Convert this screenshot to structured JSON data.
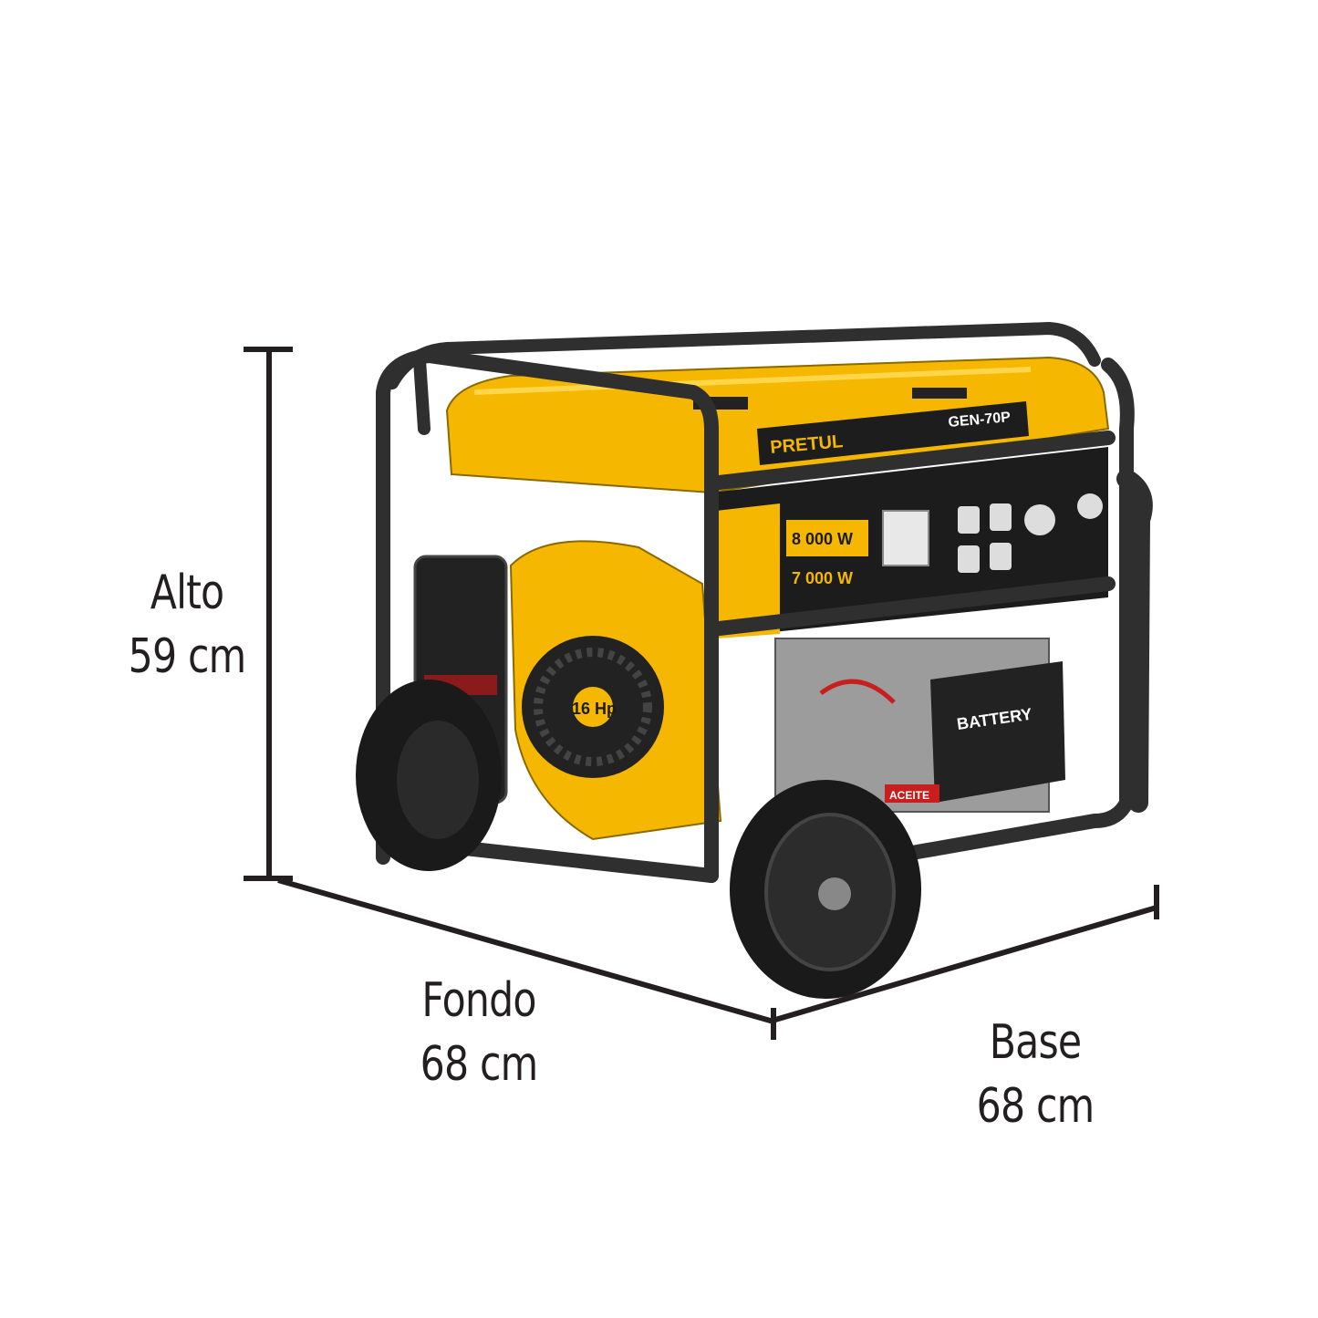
{
  "dimensions": {
    "height": {
      "name": "Alto",
      "value": "59 cm"
    },
    "depth": {
      "name": "Fondo",
      "value": "68 cm"
    },
    "width": {
      "name": "Base",
      "value": "68 cm"
    }
  },
  "product": {
    "brand": "PRETUL",
    "model": "GEN-70P",
    "max_power": "8 000 W",
    "working_power": "7 000 W",
    "engine_hp": "16 Hp",
    "battery_label": "BATTERY",
    "oil_label": "ACEITE"
  },
  "colors": {
    "body_yellow": "#f5b700",
    "frame_black": "#2a2a2a",
    "dimension_line": "#231f20"
  }
}
